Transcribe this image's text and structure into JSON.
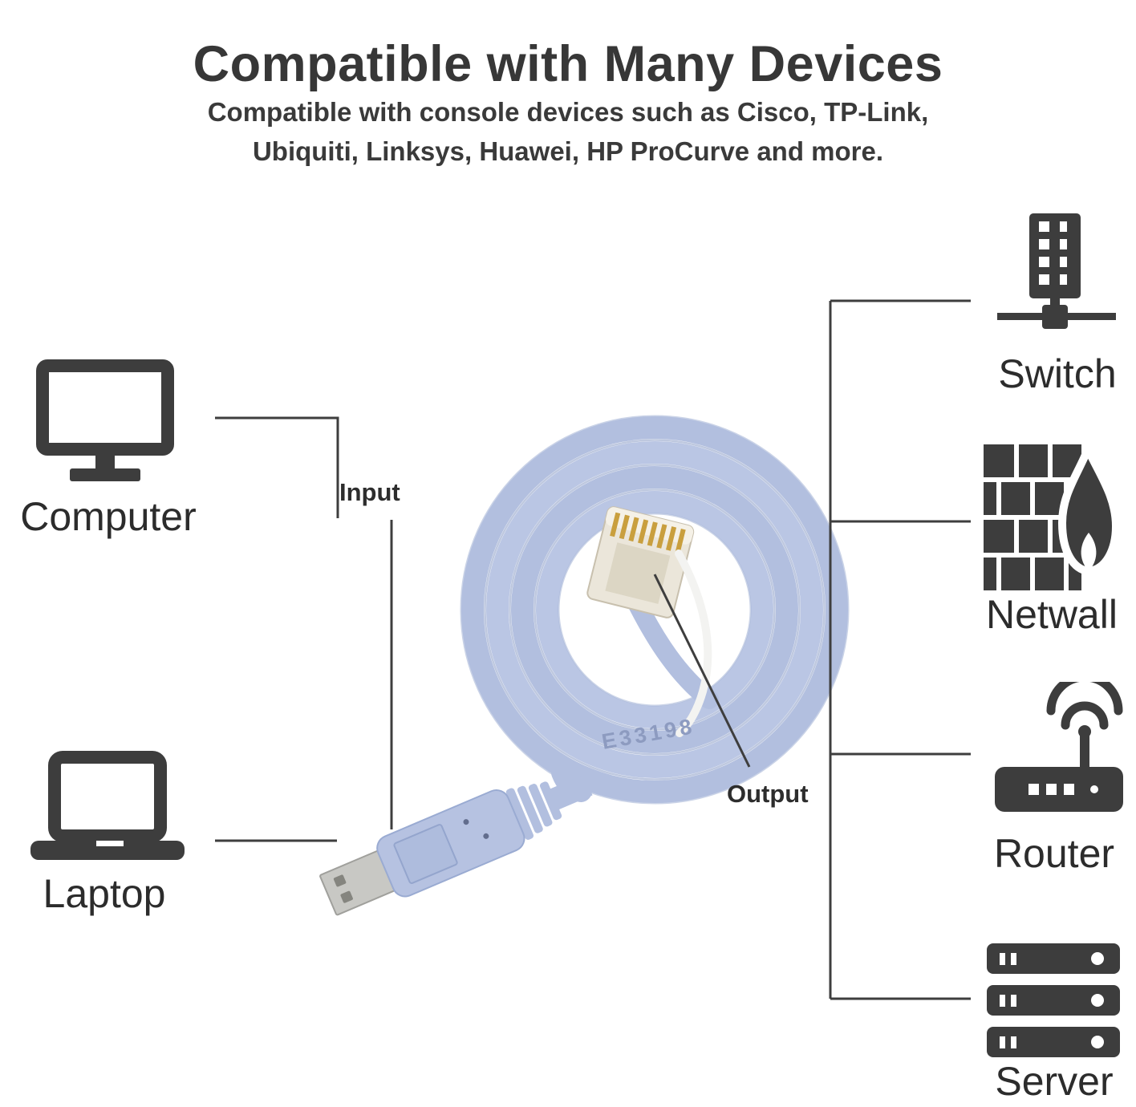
{
  "header": {
    "title": "Compatible with Many Devices",
    "subtitle_line1": "Compatible with console devices such as Cisco, TP-Link,",
    "subtitle_line2": "Ubiquiti, Linksys, Huawei, HP ProCurve and more."
  },
  "left_devices": {
    "computer": {
      "label": "Computer",
      "icon": "desktop-computer-icon"
    },
    "laptop": {
      "label": "Laptop",
      "icon": "laptop-icon"
    }
  },
  "right_devices": {
    "switch": {
      "label": "Switch",
      "icon": "network-switch-icon"
    },
    "netwall": {
      "label": "Netwall",
      "icon": "firewall-icon"
    },
    "router": {
      "label": "Router",
      "icon": "wifi-router-icon"
    },
    "server": {
      "label": "Server",
      "icon": "server-rack-icon"
    }
  },
  "cable": {
    "input_label": "Input",
    "output_label": "Output",
    "cable_marking": "E33198"
  },
  "colors": {
    "icon_color": "#3d3d3d",
    "text_color": "#2c2c2c",
    "line_color": "#3e3e3e",
    "cable_color": "#b6c2e1",
    "cable_edge_color": "#93a3c9",
    "rj45_plastic_color": "#ebe6da",
    "rj45_pin_color": "#c99f3e",
    "usb_metal_color": "#c8c8c4"
  }
}
